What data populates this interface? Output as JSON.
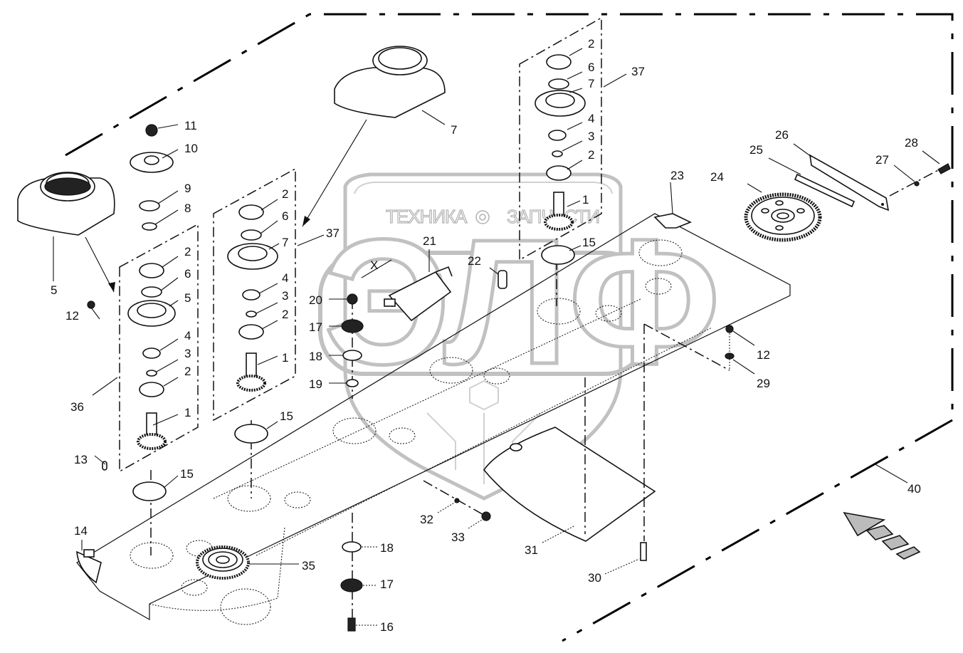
{
  "diagram": {
    "type": "exploded parts diagram",
    "subject": "mower cutter bar gearbox assembly",
    "watermark": {
      "left_text": "ТЕХНИКА",
      "right_text": "ЗАПЧАСТИ",
      "logo_letters": "ЭЛФ",
      "gear_icon": "gear-icon"
    },
    "callouts": [
      {
        "id": "c2a",
        "label": "2"
      },
      {
        "id": "c6a",
        "label": "6"
      },
      {
        "id": "c7a",
        "label": "7"
      },
      {
        "id": "c4a",
        "label": "4"
      },
      {
        "id": "c3a",
        "label": "3"
      },
      {
        "id": "c2b",
        "label": "2"
      },
      {
        "id": "c1a",
        "label": "1"
      },
      {
        "id": "c15a",
        "label": "15"
      },
      {
        "id": "c37a",
        "label": "37"
      },
      {
        "id": "c7top",
        "label": "7"
      },
      {
        "id": "c11",
        "label": "11"
      },
      {
        "id": "c10",
        "label": "10"
      },
      {
        "id": "c9",
        "label": "9"
      },
      {
        "id": "c8",
        "label": "8"
      },
      {
        "id": "c5top",
        "label": "5"
      },
      {
        "id": "c2c",
        "label": "2"
      },
      {
        "id": "c6c",
        "label": "6"
      },
      {
        "id": "c5c",
        "label": "5"
      },
      {
        "id": "c12a",
        "label": "12"
      },
      {
        "id": "c4c",
        "label": "4"
      },
      {
        "id": "c3c",
        "label": "3"
      },
      {
        "id": "c2d",
        "label": "2"
      },
      {
        "id": "c36",
        "label": "36"
      },
      {
        "id": "c1c",
        "label": "1"
      },
      {
        "id": "c13",
        "label": "13"
      },
      {
        "id": "c15c",
        "label": "15"
      },
      {
        "id": "c2e",
        "label": "2"
      },
      {
        "id": "c6e",
        "label": "6"
      },
      {
        "id": "c7e",
        "label": "7"
      },
      {
        "id": "c37b",
        "label": "37"
      },
      {
        "id": "c4e",
        "label": "4"
      },
      {
        "id": "c3e",
        "label": "3"
      },
      {
        "id": "c2f",
        "label": "2"
      },
      {
        "id": "c1e",
        "label": "1"
      },
      {
        "id": "c15e",
        "label": "15"
      },
      {
        "id": "c21",
        "label": "21"
      },
      {
        "id": "c22",
        "label": "22"
      },
      {
        "id": "c20",
        "label": "20"
      },
      {
        "id": "c17a",
        "label": "17"
      },
      {
        "id": "c18a",
        "label": "18"
      },
      {
        "id": "c19",
        "label": "19"
      },
      {
        "id": "c23",
        "label": "23"
      },
      {
        "id": "c24",
        "label": "24"
      },
      {
        "id": "c25",
        "label": "25"
      },
      {
        "id": "c26",
        "label": "26"
      },
      {
        "id": "c27",
        "label": "27"
      },
      {
        "id": "c28",
        "label": "28"
      },
      {
        "id": "c12b",
        "label": "12"
      },
      {
        "id": "c29",
        "label": "29"
      },
      {
        "id": "c40",
        "label": "40"
      },
      {
        "id": "c14",
        "label": "14"
      },
      {
        "id": "c35",
        "label": "35"
      },
      {
        "id": "c18b",
        "label": "18"
      },
      {
        "id": "c17b",
        "label": "17"
      },
      {
        "id": "c16",
        "label": "16"
      },
      {
        "id": "c32",
        "label": "32"
      },
      {
        "id": "c33",
        "label": "33"
      },
      {
        "id": "c31",
        "label": "31"
      },
      {
        "id": "c30",
        "label": "30"
      }
    ],
    "dimension_mark": "X",
    "direction_arrow": "direction-of-travel-arrow"
  }
}
